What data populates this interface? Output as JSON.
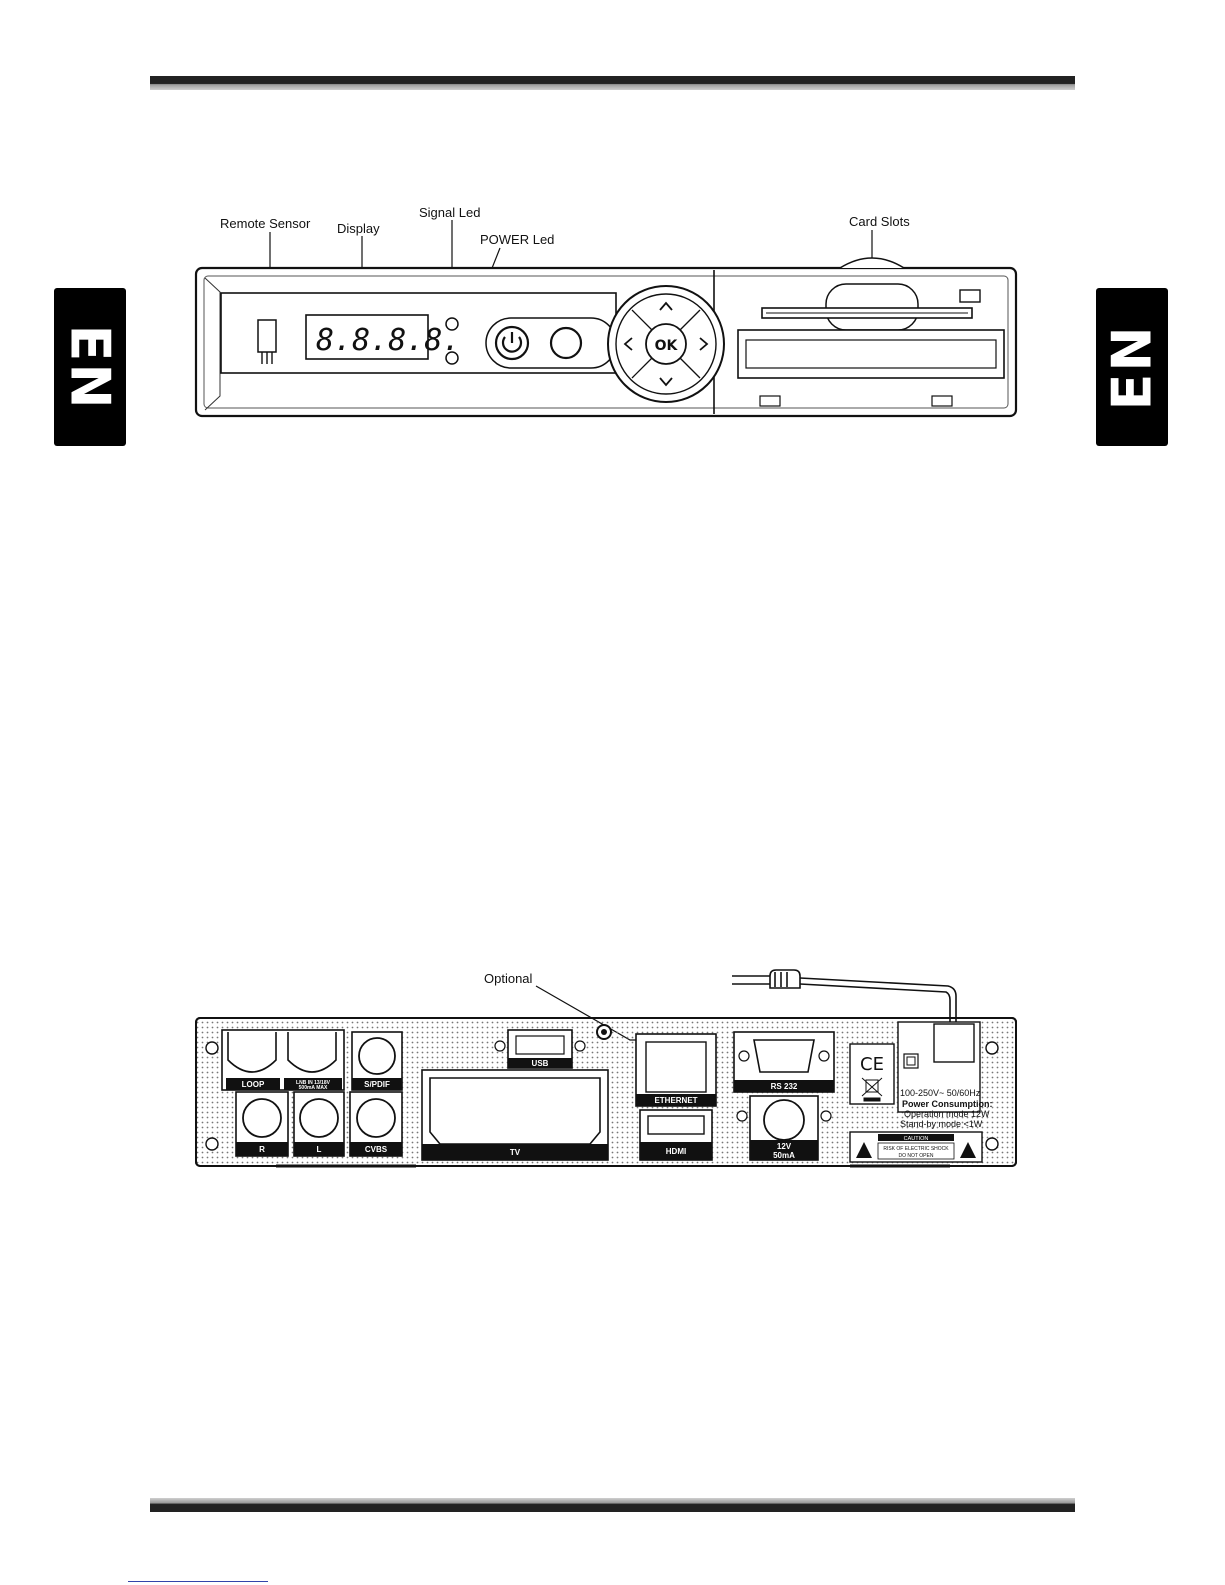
{
  "language_tab": "EN",
  "front_panel": {
    "labels": {
      "remote_sensor": "Remote Sensor",
      "display": "Display",
      "signal_led": "Signal Led",
      "power_led": "POWER Led",
      "card_slots": "Card Slots"
    },
    "display_readout": "8.8.8.8.",
    "ok_button": "OK"
  },
  "rear_panel": {
    "optional_label": "Optional",
    "ports": {
      "loop": "LOOP",
      "lnb": "LNB IN 13/18V",
      "lnb_current": "500mA MAX",
      "spdif": "S/PDIF",
      "usb": "USB",
      "ethernet": "ETHERNET",
      "rs232": "RS 232",
      "r": "R",
      "l": "L",
      "cvbs": "CVBS",
      "tv": "TV",
      "hdmi": "HDMI",
      "dc_voltage": "12V",
      "dc_current": "50mA"
    },
    "power_info": {
      "rating": "100-250V~  50/60Hz",
      "consumption_title": "Power Consumption:",
      "operation": "Operation mode 12W",
      "standby": "Stand-by mode <1W"
    },
    "ce_mark": "CE",
    "caution": {
      "title": "CAUTION",
      "line1": "RISK OF ELECTRIC SHOCK",
      "line2": "DO NOT OPEN"
    }
  }
}
